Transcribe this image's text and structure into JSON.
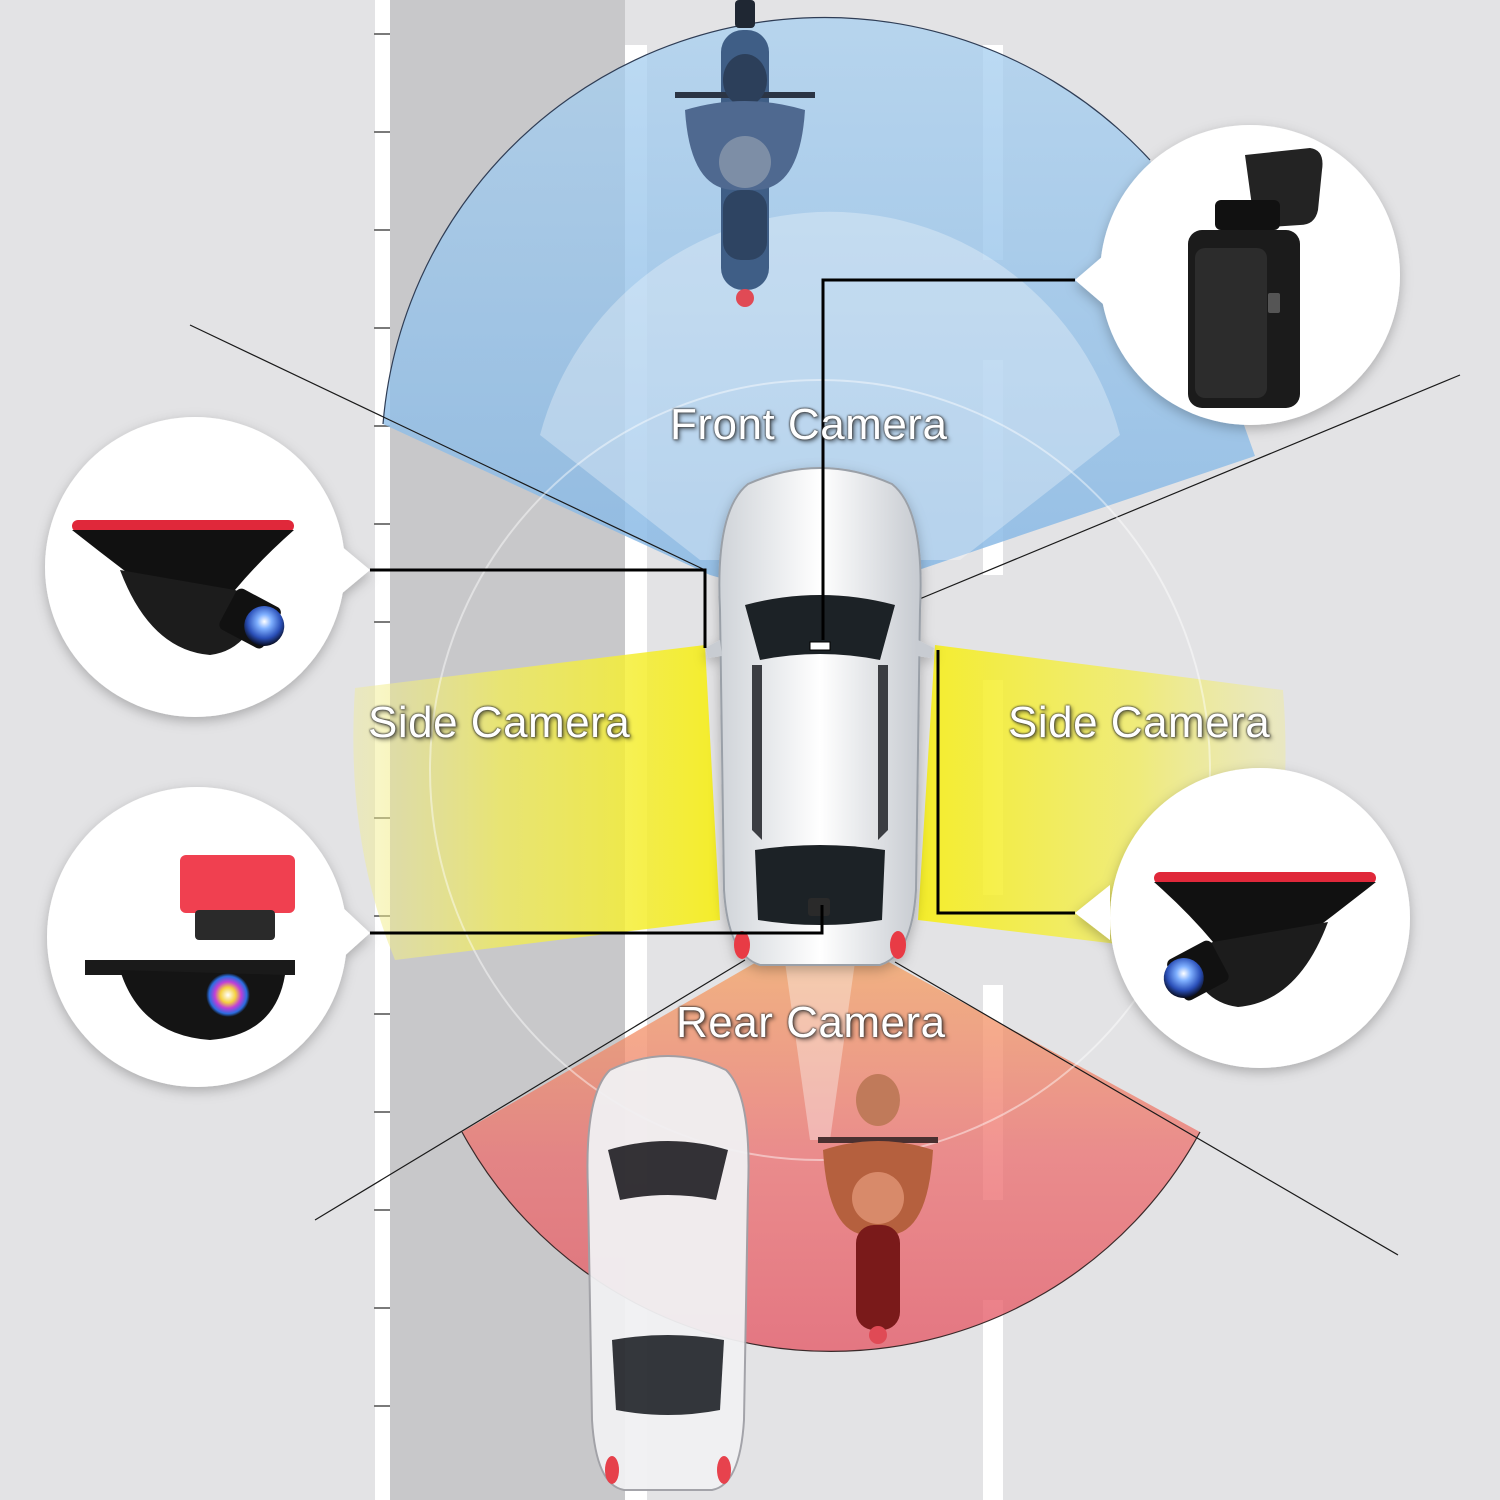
{
  "labels": {
    "front": "Front Camera",
    "side_left": "Side Camera",
    "side_right": "Side Camera",
    "rear": "Rear Camera"
  },
  "colors": {
    "background": "#e3e3e5",
    "sidewalk": "#c8c8ca",
    "lane_marking": "#ffffff",
    "front_zone": "#8fbde6",
    "side_zone": "#f4ef2c",
    "rear_zone": "#e8636c",
    "callout_bubble": "#ffffff",
    "camera_body": "#151515",
    "adhesive_pad": "#e0283a",
    "leader_line": "#000000"
  },
  "icons": {
    "front_camera": "dash-cam-icon",
    "side_camera_left": "bullet-camera-icon",
    "side_camera_right": "bullet-camera-icon",
    "rear_camera": "license-plate-camera-icon",
    "host_vehicle": "car-icon",
    "motorcycle": "motorcycle-icon"
  }
}
